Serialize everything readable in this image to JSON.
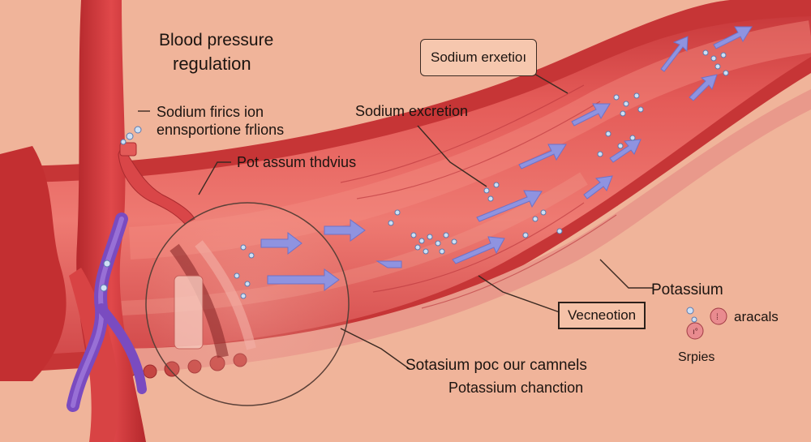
{
  "title": {
    "line1": "Blood pressure",
    "line2": "regulation"
  },
  "labels": {
    "sodium_line1": "Sodium firics ion",
    "sodium_line2": "ennsportione frlions",
    "potassum_thdvius": "Pot assum thdvius",
    "sodium_erxetion_box": "Sodium erxetioı",
    "sodium_excretion": "Sodium excretion",
    "potassium": "Potassium",
    "vecneotion_box": "Vecneotion",
    "aracals": "aracals",
    "srpies": "Srpies",
    "sotasium_channels": "Sotasium poc our camnels",
    "potassium_chanction": "Potassium chanction"
  },
  "colors": {
    "background": "#f0b49a",
    "vessel": "#de4a4a",
    "vessel_dark": "#b32c2f",
    "vein": "#8a5ccc",
    "arrow": "#8f93e0",
    "ion": "#cfe0f4",
    "text": "#1c1410"
  }
}
